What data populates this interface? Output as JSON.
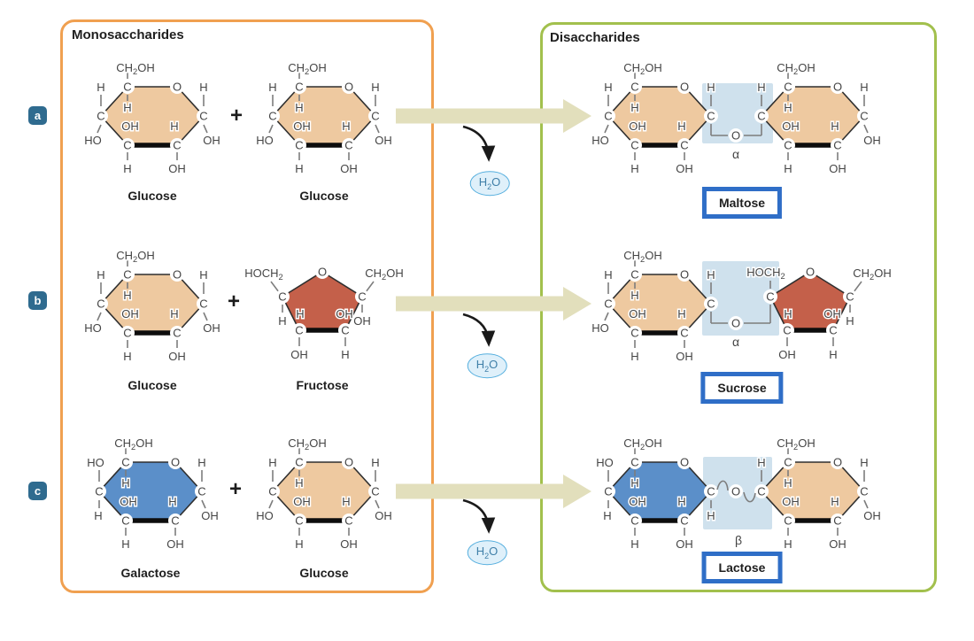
{
  "panels": {
    "left": {
      "title": "Monosaccharides"
    },
    "right": {
      "title": "Disaccharides"
    }
  },
  "water_label": "H₂O",
  "colors": {
    "panel_left_border": "#f0a050",
    "panel_right_border": "#a2c04d",
    "arrow": "#e2dfbc",
    "highlight": "#cfe1ed",
    "water_fill": "#dff0fa",
    "water_border": "#54aede",
    "water_text": "#3f7fa8",
    "badge": "#2f6b8f",
    "label_box_border": "#2f6ec7",
    "glucose_fill": "#eec9a0",
    "fructose_fill": "#c4604a",
    "galactose_fill": "#5b8fc9",
    "ring_stroke": "#2f2f2f",
    "bond": "#7d7d7d",
    "atom_text": "#454545"
  },
  "sugar_types": {
    "glucose": {
      "shape": "hexose",
      "fill_key": "glucose_fill",
      "top": "CH₂OH",
      "left_above": "H",
      "left_below": "HO",
      "right_above": "H",
      "right_below": "OH",
      "inner_top": "H",
      "inner_left": "OH",
      "inner_right": "H",
      "bottom_left": "H",
      "bottom_right": "OH"
    },
    "galactose": {
      "shape": "hexose",
      "fill_key": "galactose_fill",
      "top": "CH₂OH",
      "left_above": "HO",
      "left_below": "H",
      "right_above": "H",
      "right_below": "OH",
      "inner_top": "H",
      "inner_left": "OH",
      "inner_right": "H",
      "bottom_left": "H",
      "bottom_right": "OH"
    },
    "fructose": {
      "shape": "pentose",
      "fill_key": "fructose_fill",
      "top_left": "HOCH₂",
      "top_right": "CH₂OH",
      "left_below": "H",
      "right_below": "OH",
      "inner_left": "H",
      "inner_right": "OH",
      "bottom_left": "OH",
      "bottom_right": "H"
    }
  },
  "rows": [
    {
      "badge": "a",
      "plus": "+",
      "reactants": [
        {
          "type": "glucose",
          "name": "Glucose"
        },
        {
          "type": "glucose",
          "name": "Glucose"
        }
      ],
      "product": {
        "name": "Maltose",
        "linkage": "α",
        "bond_style": "elbow",
        "left_unit": {
          "type": "glucose",
          "link_side": "right",
          "link_h_pos": "above",
          "link_h_label": "H"
        },
        "right_unit": {
          "type": "glucose",
          "link_side": "left",
          "link_h_pos": "above",
          "link_h_label": "H"
        }
      }
    },
    {
      "badge": "b",
      "plus": "+",
      "reactants": [
        {
          "type": "glucose",
          "name": "Glucose"
        },
        {
          "type": "fructose",
          "name": "Fructose"
        }
      ],
      "product": {
        "name": "Sucrose",
        "linkage": "α",
        "bond_style": "elbow",
        "left_unit": {
          "type": "glucose",
          "link_side": "right",
          "link_h_pos": "above",
          "link_h_label": "H"
        },
        "right_unit": {
          "type": "fructose",
          "link_side": "left",
          "overrides": {
            "right_below": "H"
          }
        }
      }
    },
    {
      "badge": "c",
      "plus": "+",
      "reactants": [
        {
          "type": "galactose",
          "name": "Galactose"
        },
        {
          "type": "glucose",
          "name": "Glucose"
        }
      ],
      "product": {
        "name": "Lactose",
        "linkage": "β",
        "bond_style": "zigzag",
        "left_unit": {
          "type": "galactose",
          "link_side": "right",
          "link_h_pos": "below",
          "link_h_label": "H"
        },
        "right_unit": {
          "type": "glucose",
          "link_side": "left",
          "link_h_pos": "above",
          "link_h_label": "H"
        }
      }
    }
  ]
}
